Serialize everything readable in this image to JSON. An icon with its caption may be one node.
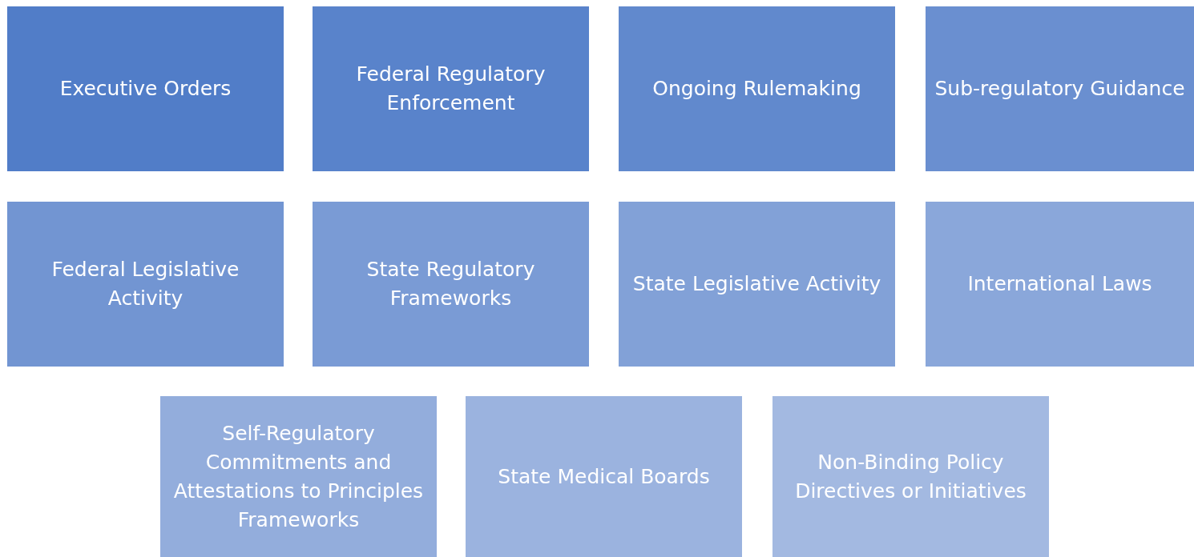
{
  "diagram": {
    "nodes": [
      {
        "text": [
          "Executive Orders"
        ]
      },
      {
        "text": [
          "Federal Regulatory Enforcement"
        ]
      },
      {
        "text": [
          "Ongoing Rulemaking"
        ]
      },
      {
        "text": [
          "Sub-regulatory Guidance"
        ]
      },
      {
        "text": [
          "Federal Legislative Activity"
        ]
      },
      {
        "text": [
          "State Regulatory Frameworks"
        ]
      },
      {
        "text": [
          "State Legislative Activity"
        ]
      },
      {
        "text": [
          "International Laws"
        ]
      },
      {
        "text": [
          "Self-Regulatory Commitments and Attestations to Principles Frameworks"
        ]
      },
      {
        "text": [
          "State Medical Boards"
        ]
      },
      {
        "text": [
          "Non-Binding Policy Directives or Initiatives"
        ]
      }
    ]
  }
}
